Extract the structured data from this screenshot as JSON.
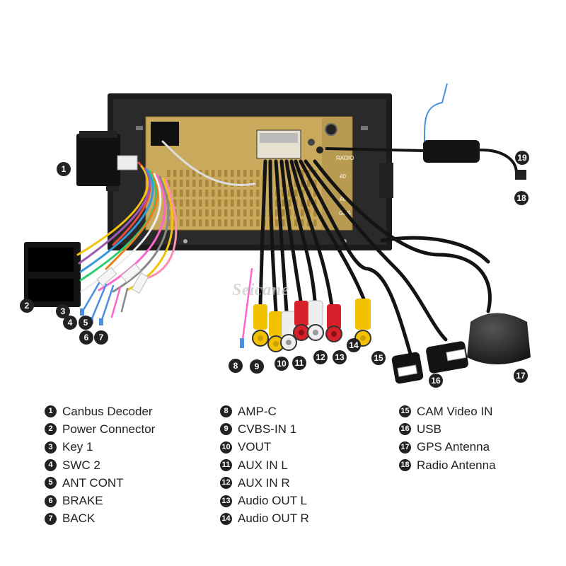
{
  "brand": {
    "watermark": "Seicane"
  },
  "unit_labels": {
    "radio": "RADIO",
    "gps": "GPS",
    "port_40a": "40",
    "port_40b": "40"
  },
  "callouts": [
    "1",
    "2",
    "3",
    "4",
    "5",
    "6",
    "7",
    "8",
    "9",
    "10",
    "11",
    "12",
    "13",
    "14",
    "15",
    "16",
    "17",
    "18",
    "19"
  ],
  "legend": {
    "col1": [
      {
        "num": "1",
        "label": "Canbus Decoder"
      },
      {
        "num": "2",
        "label": "Power Connector"
      },
      {
        "num": "3",
        "label": "Key 1"
      },
      {
        "num": "4",
        "label": "SWC 2"
      },
      {
        "num": "5",
        "label": "ANT CONT"
      },
      {
        "num": "6",
        "label": "BRAKE"
      },
      {
        "num": "7",
        "label": "BACK"
      }
    ],
    "col2": [
      {
        "num": "8",
        "label": "AMP-C"
      },
      {
        "num": "9",
        "label": "CVBS-IN 1"
      },
      {
        "num": "10",
        "label": "VOUT"
      },
      {
        "num": "11",
        "label": "AUX IN L"
      },
      {
        "num": "12",
        "label": "AUX IN R"
      },
      {
        "num": "13",
        "label": "Audio OUT L"
      },
      {
        "num": "14",
        "label": "Audio OUT R"
      }
    ],
    "col3": [
      {
        "num": "15",
        "label": "CAM Video IN"
      },
      {
        "num": "16",
        "label": "USB"
      },
      {
        "num": "17",
        "label": "GPS Antenna"
      },
      {
        "num": "18",
        "label": "Radio Antenna"
      }
    ]
  },
  "colors": {
    "chassis": "#1c1c1c",
    "gold_plate": "#c9a95c",
    "cable_black": "#141414",
    "rca_yellow": "#f2c200",
    "rca_white": "#eeeeee",
    "rca_red": "#d8202a",
    "wire_blue": "#4a90e2",
    "badge": "#222222"
  }
}
